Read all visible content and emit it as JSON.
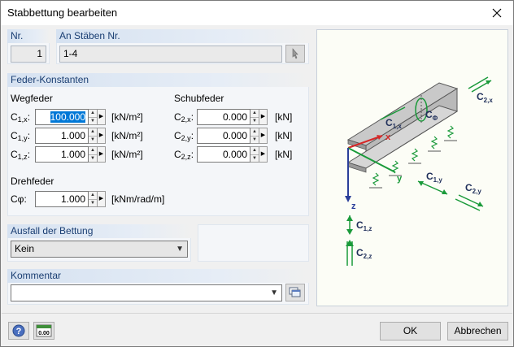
{
  "window": {
    "title": "Stabbettung bearbeiten"
  },
  "nr": {
    "header": "Nr.",
    "value": "1"
  },
  "members": {
    "header": "An Stäben Nr.",
    "value": "1-4"
  },
  "spring": {
    "header": "Feder-Konstanten",
    "translational": {
      "title": "Wegfeder",
      "rows": [
        {
          "sym": "C",
          "sub": "1,x",
          "value": "100.000",
          "unit": "[kN/m²]"
        },
        {
          "sym": "C",
          "sub": "1,y",
          "value": "1.000",
          "unit": "[kN/m²]"
        },
        {
          "sym": "C",
          "sub": "1,z",
          "value": "1.000",
          "unit": "[kN/m²]"
        }
      ]
    },
    "shear": {
      "title": "Schubfeder",
      "rows": [
        {
          "sym": "C",
          "sub": "2,x",
          "value": "0.000",
          "unit": "[kN]"
        },
        {
          "sym": "C",
          "sub": "2,y",
          "value": "0.000",
          "unit": "[kN]"
        },
        {
          "sym": "C",
          "sub": "2,z",
          "value": "0.000",
          "unit": "[kN]"
        }
      ]
    },
    "rotational": {
      "title": "Drehfeder",
      "sym": "Cφ:",
      "value": "1.000",
      "unit": "[kNm/rad/m]"
    }
  },
  "failure": {
    "header": "Ausfall der Bettung",
    "selected": "Kein"
  },
  "comment": {
    "header": "Kommentar",
    "value": ""
  },
  "diagram": {
    "labels": {
      "c1x": "C",
      "c1x_sub": "1,x",
      "cphi": "C",
      "cphi_sub": "Φ",
      "c2x": "C",
      "c2x_sub": "2,x",
      "c1y": "C",
      "c1y_sub": "1,y",
      "c2y": "C",
      "c2y_sub": "2,y",
      "c1z": "C",
      "c1z_sub": "1,z",
      "c2z": "C",
      "c2z_sub": "2,z",
      "x": "x",
      "y": "y",
      "z": "z"
    }
  },
  "footer": {
    "ok": "OK",
    "cancel": "Abbrechen",
    "units_icon_text": "0.00"
  },
  "colors": {
    "header_text": "#1a3e72",
    "arrow_green": "#1a9a3a",
    "axis_red": "#d62828",
    "axis_blue": "#2a3e9a"
  }
}
